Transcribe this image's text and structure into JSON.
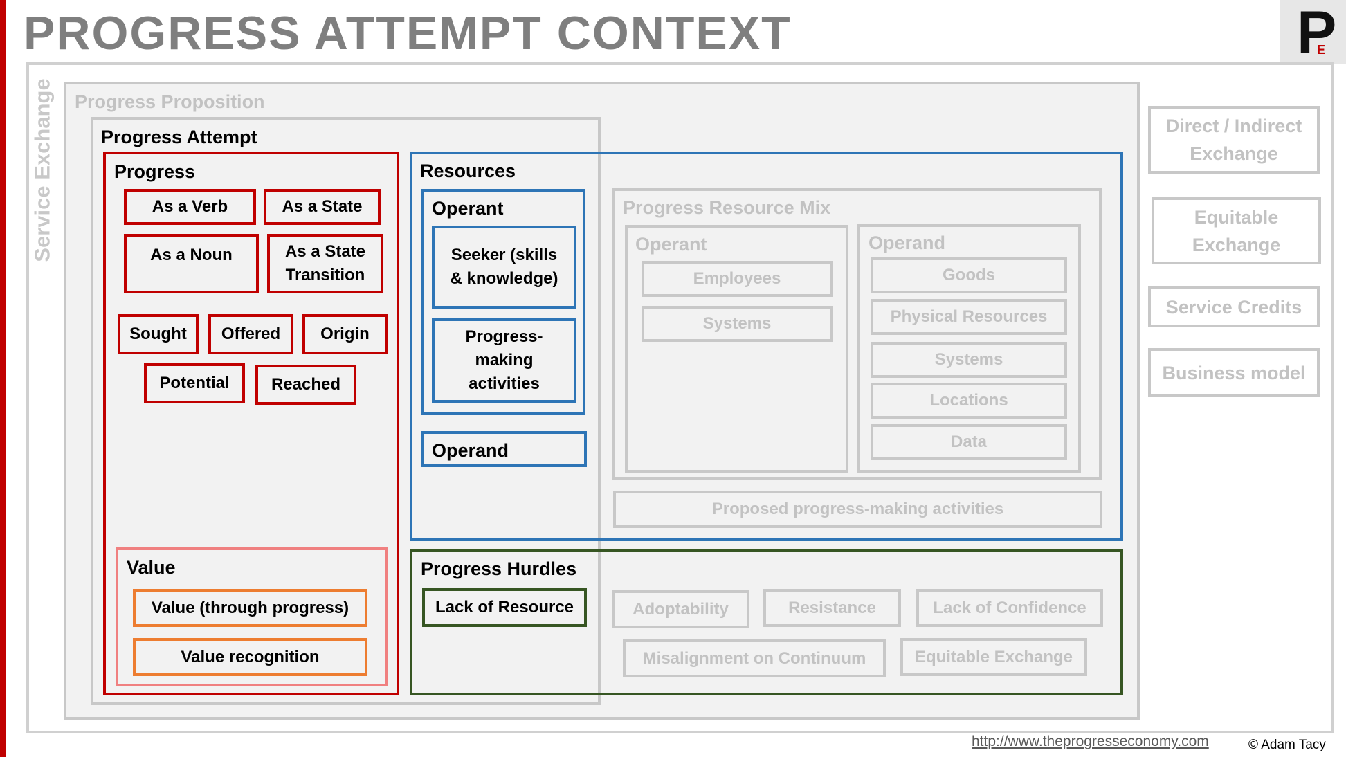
{
  "title": "PROGRESS ATTEMPT CONTEXT",
  "logo": {
    "main": "P",
    "sub": "E"
  },
  "service_exchange": "Service Exchange",
  "progress_proposition": "Progress Proposition",
  "progress_attempt": "Progress Attempt",
  "progress": {
    "label": "Progress",
    "items": [
      "As a Verb",
      "As a State",
      "As a Noun",
      "As a State Transition",
      "Sought",
      "Offered",
      "Origin",
      "Potential",
      "Reached"
    ]
  },
  "value": {
    "label": "Value",
    "items": [
      "Value (through progress)",
      "Value recognition"
    ]
  },
  "resources": {
    "label": "Resources",
    "operant_label": "Operant",
    "operant_items": [
      "Seeker (skills & knowledge)",
      "Progress-making activities"
    ],
    "operand_label": "Operand"
  },
  "mix": {
    "label": "Progress Resource Mix",
    "operant_label": "Operant",
    "operant_items": [
      "Employees",
      "Systems"
    ],
    "operand_label": "Operand",
    "operand_items": [
      "Goods",
      "Physical Resources",
      "Systems",
      "Locations",
      "Data"
    ],
    "proposed": "Proposed progress-making activities"
  },
  "hurdles": {
    "label": "Progress Hurdles",
    "lack_of_resource": "Lack of Resource",
    "items": [
      "Adoptability",
      "Resistance",
      "Lack of Confidence",
      "Misalignment on Continuum",
      "Equitable Exchange"
    ]
  },
  "side_items": [
    "Direct / Indirect Exchange",
    "Equitable Exchange",
    "Service Credits",
    "Business model"
  ],
  "footer": {
    "url": "http://www.theprogresseconomy.com",
    "copyright": "© Adam Tacy"
  },
  "colors": {
    "red": "#c00000",
    "blue": "#2e75b6",
    "green": "#375623",
    "orange": "#ed7d31",
    "pink": "#f08080",
    "grey": "#bfbfbf"
  }
}
